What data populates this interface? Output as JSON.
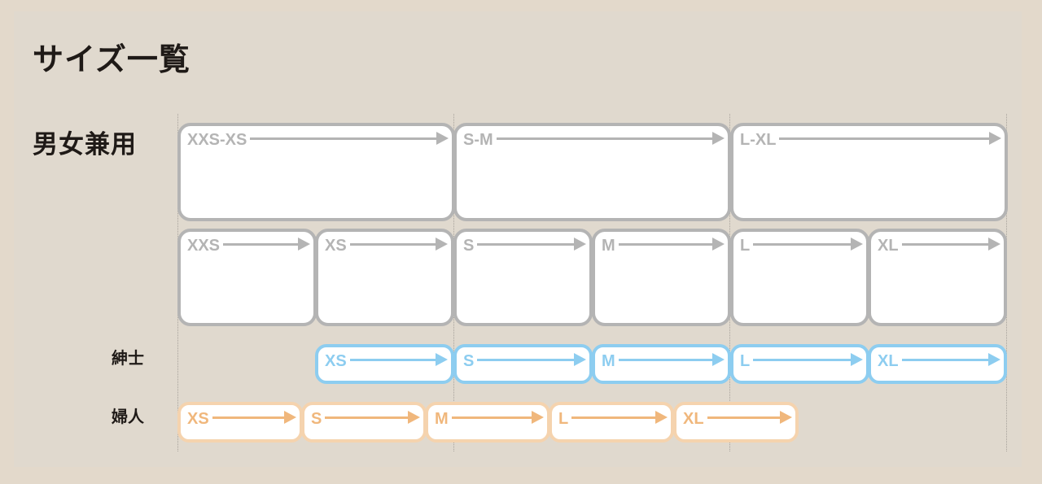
{
  "title": "サイズ一覧",
  "rows": {
    "unisex_label": "男女兼用",
    "men_label": "紳士",
    "women_label": "婦人"
  },
  "unisex_wide": [
    "XXS-XS",
    "S-M",
    "L-XL"
  ],
  "unisex_narrow": [
    "XXS",
    "XS",
    "S",
    "M",
    "L",
    "XL"
  ],
  "men": [
    "XS",
    "S",
    "M",
    "L",
    "XL"
  ],
  "women": [
    "XS",
    "S",
    "M",
    "L",
    "XL"
  ],
  "colors": {
    "background": "#e0d9ce",
    "unisex_border": "#b4b4b4",
    "men_accent": "#8dcdf0",
    "women_accent": "#f0b77c",
    "women_border": "#f5d3ae"
  }
}
